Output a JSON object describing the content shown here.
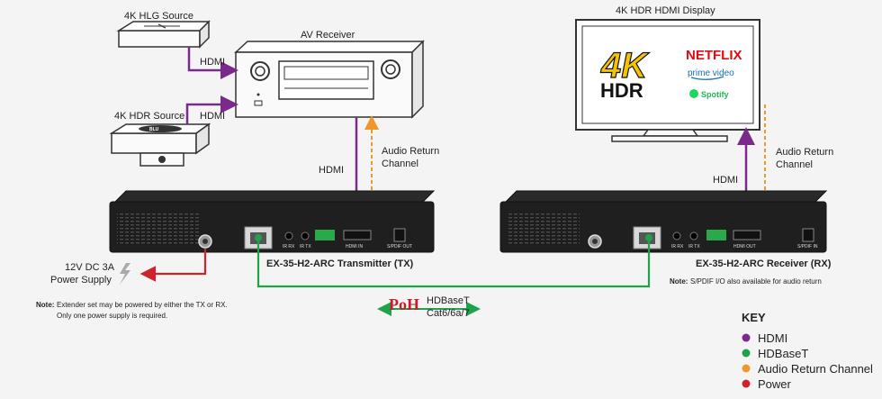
{
  "devices": {
    "hlg_source": "4K HLG Source",
    "hdr_source": "4K HDR Source",
    "av_receiver": "AV Receiver",
    "display": "4K HDR HDMI Display",
    "transmitter": "EX-35-H2-ARC Transmitter (TX)",
    "receiver": "EX-35-H2-ARC Receiver (RX)",
    "power_supply_line1": "12V DC 3A",
    "power_supply_line2": "Power Supply"
  },
  "screen": {
    "big_4k": "4K",
    "hdr": "HDR",
    "netflix": "NETFLIX",
    "prime": "prime video",
    "spotify": "Spotify"
  },
  "labels": {
    "hdmi_hlg": "HDMI",
    "hdmi_hdr": "HDMI",
    "hdmi_tx": "HDMI",
    "hdmi_rx": "HDMI",
    "arc_tx_line1": "Audio Return",
    "arc_tx_line2": "Channel",
    "arc_rx_line1": "Audio Return",
    "arc_rx_line2": "Channel",
    "hdbaset_line1": "HDBaseT",
    "hdbaset_line2": "Cat6/6a/7",
    "poh": "PoH"
  },
  "ports": {
    "ir_rx": "IR RX",
    "ir_tx": "IR TX",
    "hdmi_in": "HDMI IN",
    "hdmi_out": "HDMI OUT",
    "spdif_out": "S/PDIF OUT",
    "spdif_in": "S/PDIF IN"
  },
  "notes": {
    "left_bold": "Note:",
    "left_line1": "Extender set may be powered by either the TX or RX.",
    "left_line2": "Only one power supply is required.",
    "right_bold": "Note:",
    "right_text": "S/PDIF I/O also available for audio return"
  },
  "key": {
    "title": "KEY",
    "items": [
      {
        "label": "HDMI",
        "color": "#7b2a8c"
      },
      {
        "label": "HDBaseT",
        "color": "#1ea34a"
      },
      {
        "label": "Audio Return Channel",
        "color": "#f0962a"
      },
      {
        "label": "Power",
        "color": "#d0222b"
      }
    ]
  },
  "colors": {
    "hdmi": "#7b2a8c",
    "hdbaset": "#1ea34a",
    "arc": "#f0962a",
    "power": "#d0222b"
  }
}
